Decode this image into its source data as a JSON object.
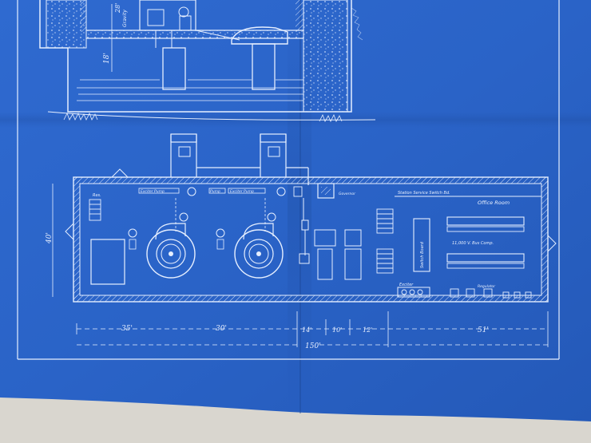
{
  "sheet": {
    "paper_color": "#2a63c7",
    "line_color": "#e6efff",
    "backdrop_color": "#d9d6cf"
  },
  "section_view": {
    "depth_label": "18'",
    "height_label": "28'",
    "side_label": "Gravity"
  },
  "floor_plan": {
    "room_labels": {
      "office_room": "Office Room",
      "station_service": "Station Service Switch Bd.",
      "bus_compartment": "11,000 V. Bus Comp.",
      "switch_board": "Switch Board",
      "regulator": "Regulator",
      "exciter": "Exciter",
      "pump_1": "Exciter Pump",
      "pump_2": "Exciter Pump",
      "governor": "Governor",
      "small_label": "Res.",
      "small_label_2": "Pump"
    },
    "side_dimension": "40'",
    "dimensions": {
      "seg_1": "35'",
      "seg_2": "30'",
      "seg_3": "14'",
      "seg_4": "10'",
      "seg_5": "12'",
      "seg_6": "51'",
      "total": "150'"
    }
  }
}
